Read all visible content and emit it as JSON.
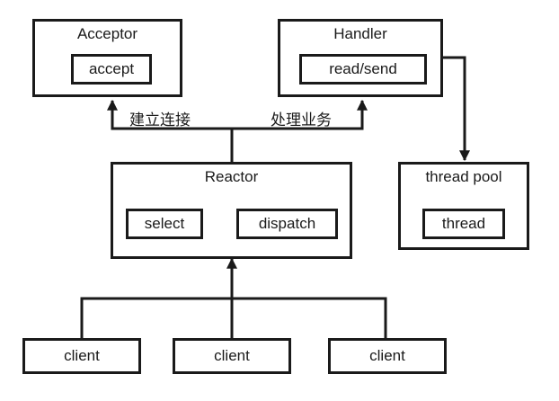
{
  "acceptor": {
    "title": "Acceptor",
    "method": "accept"
  },
  "handler": {
    "title": "Handler",
    "method": "read/send"
  },
  "reactor": {
    "title": "Reactor",
    "methods": [
      "select",
      "dispatch"
    ]
  },
  "thread_pool": {
    "title": "thread pool",
    "item": "thread"
  },
  "clients": [
    "client",
    "client",
    "client"
  ],
  "edge_labels": {
    "connect": "建立连接",
    "process": "处理业务"
  }
}
